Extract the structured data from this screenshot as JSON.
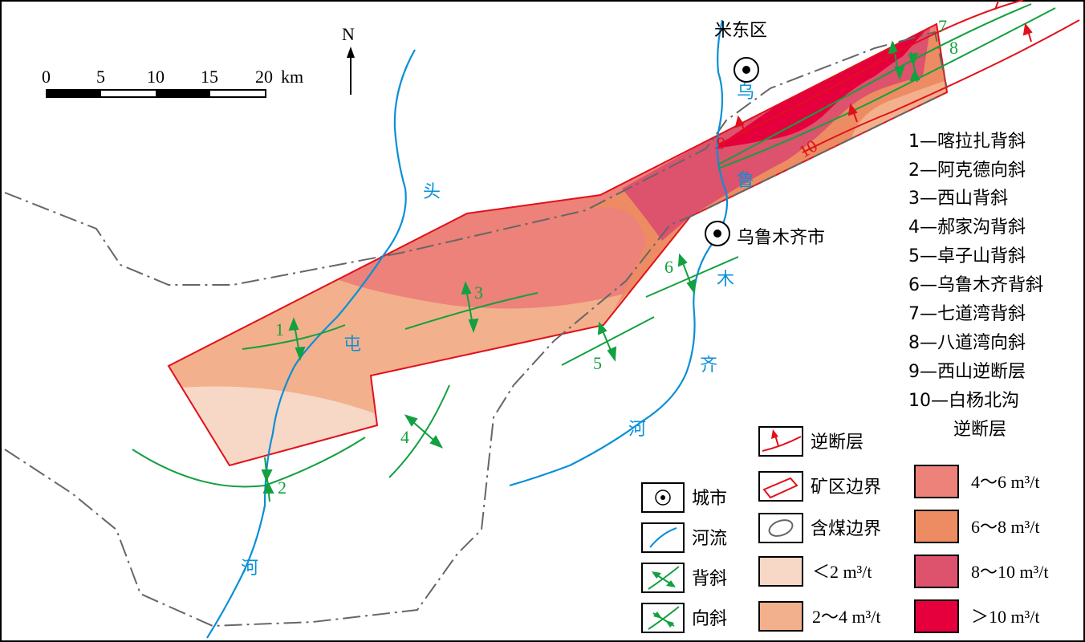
{
  "colors": {
    "border": "#000000",
    "coal_boundary": "#666666",
    "river": "#0a8fd8",
    "fold": "#13a040",
    "fault": "#e0111b",
    "mine_boundary": "#e0111b",
    "lt2": "#f7d7c5",
    "r2_4": "#f3b08c",
    "r4_6": "#ec8279",
    "r6_8": "#ed8c63",
    "r8_10": "#dd526d",
    "gt10": "#e5003d"
  },
  "scale": {
    "ticks": [
      "0",
      "5",
      "10",
      "15",
      "20"
    ],
    "unit": "km"
  },
  "north": "N",
  "places": {
    "midong": "米东区",
    "urumqi": "乌鲁木齐市"
  },
  "rivers": {
    "toutun": [
      "头",
      "屯",
      "河"
    ],
    "urumqi": [
      "乌",
      "鲁",
      "木",
      "齐",
      "河"
    ]
  },
  "fold_numbers": [
    "1",
    "2",
    "3",
    "4",
    "5",
    "6",
    "7",
    "8"
  ],
  "fault_numbers": [
    "9",
    "10"
  ],
  "structure_list": [
    "1—喀拉扎背斜",
    "2—阿克德向斜",
    "3—西山背斜",
    "4—郝家沟背斜",
    "5—卓子山背斜",
    "6—乌鲁木齐背斜",
    "7—七道湾背斜",
    "8—八道湾向斜",
    "9—西山逆断层",
    "10—白杨北沟",
    "逆断层"
  ],
  "legend": {
    "fault": "逆断层",
    "mine": "矿区边界",
    "coal": "含煤边界",
    "city": "城市",
    "river": "河流",
    "anticline": "背斜",
    "syncline": "向斜",
    "lt2": "＜2 m³/t",
    "r2_4": "2～4 m³/t",
    "r4_6": "4～6 m³/t",
    "r6_8": "6～8 m³/t",
    "r8_10": "8～10 m³/t",
    "gt10": "＞10 m³/t"
  }
}
